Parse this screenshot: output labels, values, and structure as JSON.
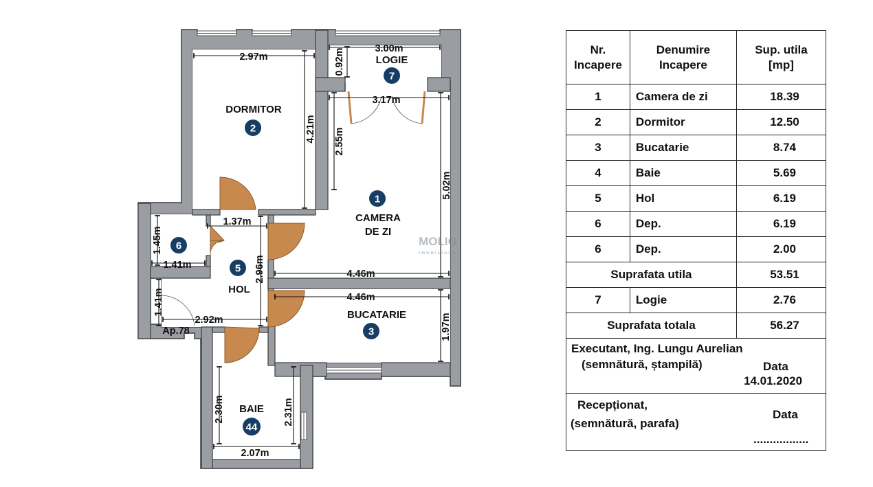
{
  "plan": {
    "dimensions": {
      "d1": "2.97m",
      "d2": "3.00m",
      "d3": "0.92m",
      "d4": "3.17m",
      "d5": "4.21m",
      "d6": "2.55m",
      "d7": "5.02m",
      "d8": "1.37m",
      "d9": "1.45m",
      "d10": "1.41m",
      "d11": "2.96m",
      "d12": "4.46m",
      "d13": "4.46m",
      "d14": "1.41m",
      "d15": "2.92m",
      "d16": "1.97m",
      "d17": "2.30m",
      "d18": "2.31m",
      "d19": "2.07m"
    },
    "rooms": {
      "logie": {
        "name": "LOGIE",
        "number": "7"
      },
      "dormitor": {
        "name": "DORMITOR",
        "number": "2"
      },
      "camera": {
        "name_line1": "CAMERA",
        "name_line2": "DE ZI",
        "number": "1"
      },
      "dep": {
        "number": "6"
      },
      "hol": {
        "name": "HOL",
        "number": "5"
      },
      "bucatarie": {
        "name": "BUCATARIE",
        "number": "3"
      },
      "baie": {
        "name": "BAIE",
        "number": "44"
      }
    },
    "apartment_label": "Ap.78",
    "watermark": {
      "text": "MOLIG",
      "subtext": "IMOBILIARE"
    },
    "colors": {
      "wall": "#9a9da1",
      "wall_edge": "#3a3d40",
      "door": "#c7894e",
      "badge": "#163d63"
    }
  },
  "table": {
    "headers": {
      "nr": [
        "Nr.",
        "Incapere"
      ],
      "name": [
        "Denumire",
        "Incapere"
      ],
      "area": [
        "Sup. utila",
        "[mp]"
      ]
    },
    "rows": [
      {
        "nr": "1",
        "name": "Camera de zi",
        "area": "18.39"
      },
      {
        "nr": "2",
        "name": "Dormitor",
        "area": "12.50"
      },
      {
        "nr": "3",
        "name": "Bucatarie",
        "area": "8.74"
      },
      {
        "nr": "4",
        "name": "Baie",
        "area": "5.69"
      },
      {
        "nr": "5",
        "name": "Hol",
        "area": "6.19"
      },
      {
        "nr": "6",
        "name": "Dep.",
        "area": "6.19"
      },
      {
        "nr": "6",
        "name": "Dep.",
        "area": "2.00"
      }
    ],
    "useful_area": {
      "label": "Suprafata utila",
      "value": "53.51"
    },
    "logie_row": {
      "nr": "7",
      "name": "Logie",
      "area": "2.76"
    },
    "total_area": {
      "label": "Suprafata totala",
      "value": "56.27"
    },
    "executant": {
      "line1": "Executant, Ing. Lungu Aurelian",
      "line2": "(semnătură, ștampilă)",
      "date_label": "Data",
      "date_value": "14.01.2020"
    },
    "receptionat": {
      "line1": "Recepționat,",
      "line2": "(semnătură, parafa)",
      "date_label": "Data",
      "dots": "................."
    }
  }
}
